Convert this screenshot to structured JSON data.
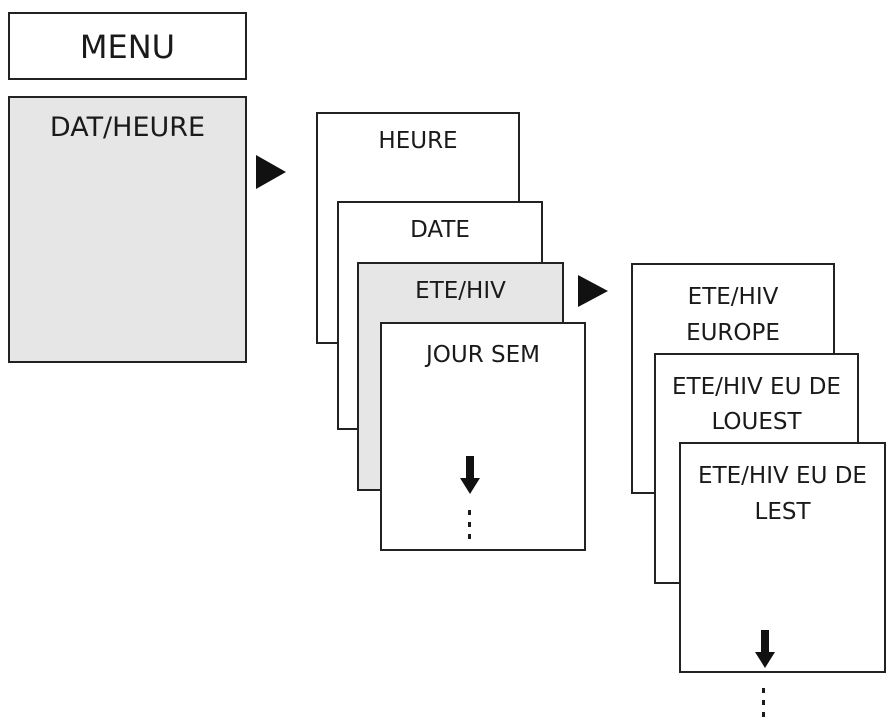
{
  "menu": {
    "title": "MENU"
  },
  "level1": {
    "selected": "DAT/HEURE"
  },
  "level2": {
    "items": [
      "HEURE",
      "DATE",
      "ETE/HIV",
      "JOUR SEM"
    ]
  },
  "level3": {
    "items": [
      {
        "line1": "ETE/HIV",
        "line2": "EUROPE"
      },
      {
        "line1": "ETE/HIV EU DE",
        "line2": "LOUEST"
      },
      {
        "line1": "ETE/HIV EU DE",
        "line2": "LEST"
      }
    ]
  },
  "icons": {
    "right_arrow": "triangle-right-icon",
    "down_arrow": "arrow-down-icon",
    "more": "vertical-ellipsis-icon"
  },
  "colors": {
    "stroke": "#222222",
    "selected_fill": "#e6e6e6",
    "background": "#ffffff"
  }
}
